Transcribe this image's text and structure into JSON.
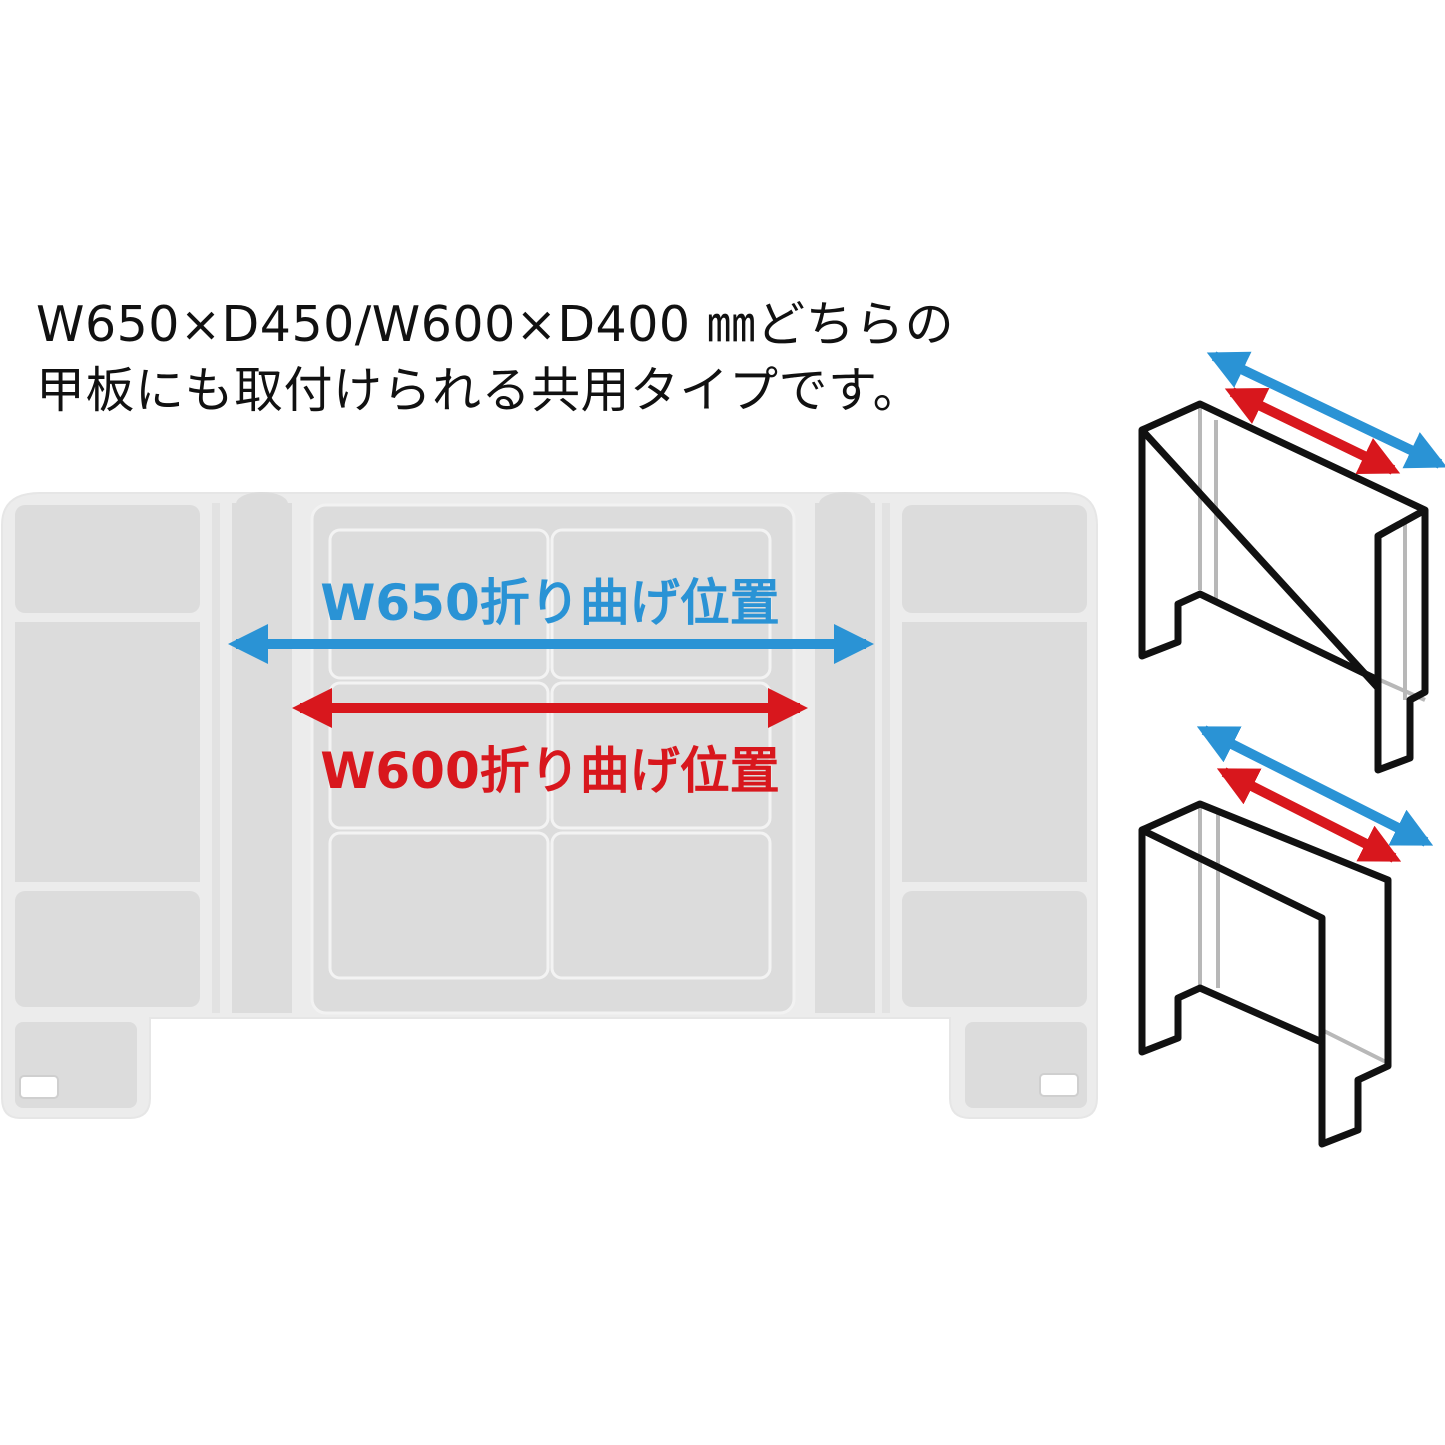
{
  "heading": {
    "line1": "W650×D450/W600×D400 ㎜どちらの",
    "line2": "甲板にも取付けられる共用タイプです。"
  },
  "labels": {
    "w650": "W650折り曲げ位置",
    "w600": "W600折り曲げ位置"
  },
  "colors": {
    "blue": "#2a93d5",
    "red": "#d8171d",
    "panel_fill": "#dcdcdc",
    "panel_outline": "#ececec",
    "outline": "#111111",
    "edge_gray": "#b8b8b8"
  },
  "icons": [
    "desk-partition-w650-icon",
    "desk-partition-w600-icon"
  ]
}
